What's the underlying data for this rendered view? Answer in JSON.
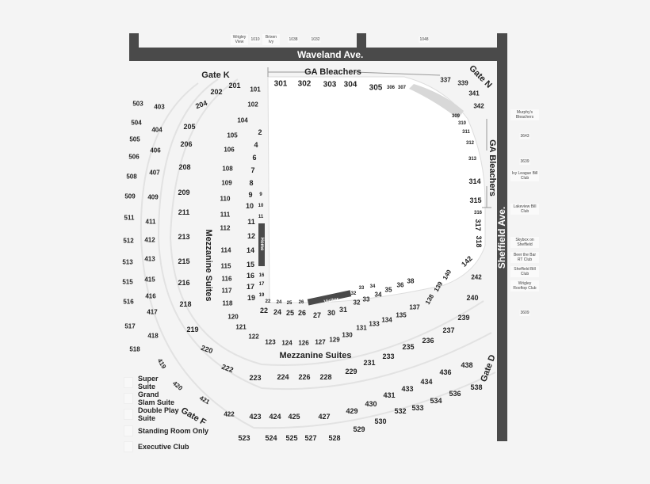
{
  "streets": {
    "north": "Waveland Ave.",
    "east": "Sheffield Ave."
  },
  "rooftops_north": [
    "Wrigley View",
    "1010",
    "Brixen Ivy",
    "1038",
    "1032",
    "1048"
  ],
  "rooftops_east": [
    "Murphy's Bleachers",
    "3643",
    "3639",
    "Ivy League Bill Club",
    "Lakeview Bill Club",
    "Skybox on Sheffield",
    "Beer the Bar RT Club",
    "Sheffield Bill Club",
    "Wrigley Rooftop Club",
    "3609"
  ],
  "gates": [
    "Gate K",
    "Gate N",
    "Gate F",
    "Gate D"
  ],
  "areas": {
    "ga_bleachers_top": "GA  Bleachers",
    "ga_bleachers_right": "GA  Bleachers",
    "mezzanine_h": "Mezzanine Suites",
    "mezzanine_v": "Mezzanine Suites",
    "home": "Home",
    "visitor": "Visitor"
  },
  "legend": [
    "Super Suite",
    "Grand Slam Suite",
    "Double Play Suite",
    "Standing Room Only",
    "Executive Club"
  ],
  "sections": [
    "301",
    "302",
    "303",
    "304",
    "305",
    "306",
    "307",
    "337",
    "339",
    "341",
    "342",
    "309",
    "310",
    "311",
    "312",
    "313",
    "314",
    "315",
    "316",
    "317",
    "318",
    "142",
    "242",
    "240",
    "239",
    "237",
    "236",
    "235",
    "233",
    "231",
    "229",
    "228",
    "226",
    "224",
    "223",
    "222",
    "220",
    "219",
    "218",
    "216",
    "215",
    "213",
    "211",
    "209",
    "208",
    "206",
    "205",
    "204",
    "202",
    "201",
    "101",
    "102",
    "104",
    "2",
    "105",
    "4",
    "106",
    "6",
    "108",
    "7",
    "109",
    "8",
    "110",
    "9",
    "9",
    "111",
    "10",
    "10",
    "11",
    "11",
    "112",
    "12",
    "114",
    "14",
    "115",
    "15",
    "116",
    "16",
    "16",
    "117",
    "17",
    "17",
    "118",
    "19",
    "19",
    "120",
    "121",
    "122",
    "123",
    "124",
    "126",
    "127",
    "129",
    "130",
    "131",
    "133",
    "134",
    "135",
    "137",
    "138",
    "139",
    "140",
    "38",
    "36",
    "35",
    "34",
    "33",
    "32",
    "31",
    "30",
    "27",
    "26",
    "25",
    "24",
    "22",
    "22",
    "24",
    "25",
    "26",
    "32",
    "33",
    "34",
    "403",
    "404",
    "406",
    "407",
    "409",
    "411",
    "412",
    "413",
    "415",
    "416",
    "417",
    "418",
    "419",
    "420",
    "421",
    "422",
    "423",
    "424",
    "425",
    "427",
    "429",
    "430",
    "431",
    "433",
    "434",
    "436",
    "438",
    "538",
    "536",
    "534",
    "533",
    "532",
    "530",
    "529",
    "528",
    "527",
    "525",
    "524",
    "523",
    "503",
    "504",
    "505",
    "506",
    "508",
    "509",
    "511",
    "512",
    "513",
    "515",
    "516",
    "517",
    "518"
  ],
  "colors": {
    "street": "#4a4a4a",
    "background": "#f4f4f4",
    "field": "#ffffff",
    "home_bar": "#4a4a4a"
  }
}
